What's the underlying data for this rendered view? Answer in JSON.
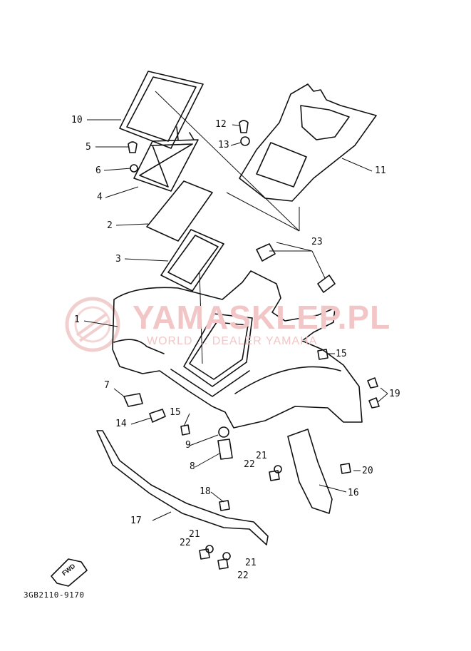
{
  "diagram": {
    "part_code": "3GB2110-9170",
    "fwd_label": "FWD",
    "watermark": {
      "brand": "YAMASKLEP.PL",
      "tagline": "WORLD ... DEALER YAMAHA"
    },
    "callouts": {
      "c1": "1",
      "c2": "2",
      "c3": "3",
      "c4": "4",
      "c5": "5",
      "c6": "6",
      "c7": "7",
      "c8": "8",
      "c9": "9",
      "c10": "10",
      "c11": "11",
      "c12": "12",
      "c13": "13",
      "c14": "14",
      "c15a": "15",
      "c15b": "15",
      "c16": "16",
      "c17": "17",
      "c18": "18",
      "c19": "19",
      "c20": "20",
      "c21a": "21",
      "c21b": "21",
      "c21c": "21",
      "c22a": "22",
      "c22b": "22",
      "c22c": "22",
      "c23": "23"
    }
  }
}
